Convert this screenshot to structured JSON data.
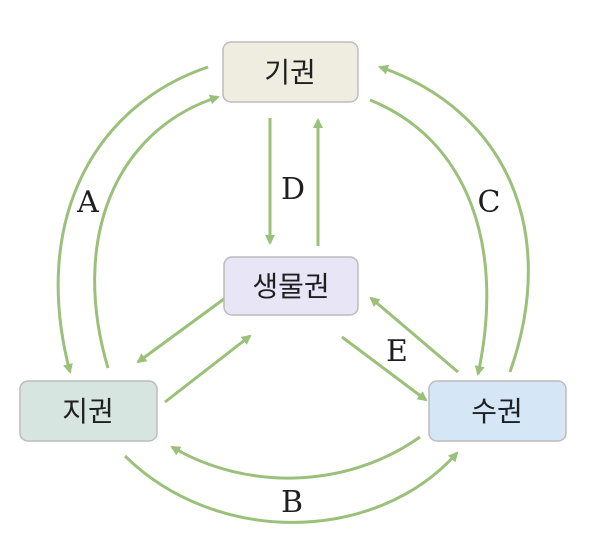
{
  "colors": {
    "arrow": "#9bc07a",
    "box_border": "#bcbcbc",
    "atmosphere_fill": "#efede0",
    "biosphere_fill": "#e7e5f6",
    "geosphere_fill": "#d7e5e1",
    "hydrosphere_fill": "#d5e6f7"
  },
  "nodes": {
    "atmosphere": "기권",
    "biosphere": "생물권",
    "geosphere": "지권",
    "hydrosphere": "수권"
  },
  "edge_labels": {
    "A": "A",
    "B": "B",
    "C": "C",
    "D": "D",
    "E": "E"
  }
}
